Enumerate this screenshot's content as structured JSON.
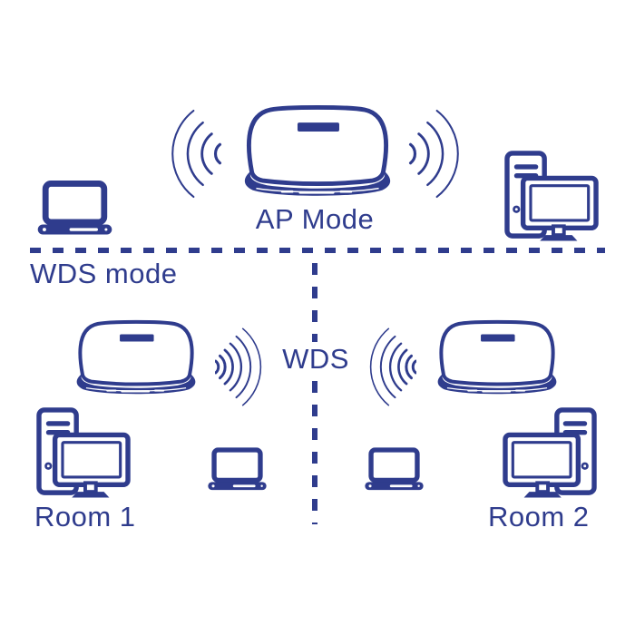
{
  "diagram": {
    "background_color": "#ffffff",
    "accent_color": "#2f3c8d",
    "top_section": {
      "mode_label": "AP Mode",
      "devices": [
        "laptop",
        "wifi-waves",
        "access-point-router",
        "wifi-waves",
        "desktop-pc"
      ]
    },
    "bottom_section": {
      "mode_label": "WDS mode",
      "link_label": "WDS",
      "rooms": [
        {
          "name": "Room 1",
          "devices": [
            "access-point-router",
            "wifi-waves",
            "desktop-pc",
            "laptop"
          ]
        },
        {
          "name": "Room 2",
          "devices": [
            "wifi-waves",
            "access-point-router",
            "laptop",
            "desktop-pc"
          ]
        }
      ]
    },
    "dividers": [
      {
        "orientation": "horizontal",
        "style": "dotted"
      },
      {
        "orientation": "vertical",
        "style": "dotted"
      }
    ]
  }
}
